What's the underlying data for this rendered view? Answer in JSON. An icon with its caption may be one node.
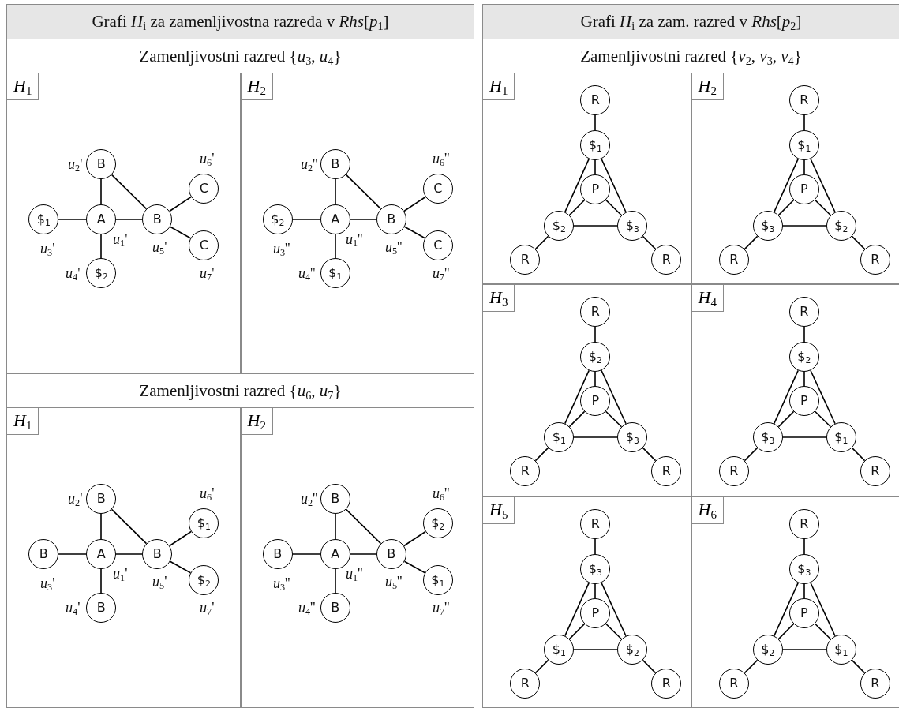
{
  "diagram": {
    "nodes": [
      {
        "text": [
          "Grafi *H*$_{i}$ za zamenljivostna razreda v *Rhs*[*p*$_{1}$]"
        ]
      },
      {
        "text": [
          "Zamenljivostni razred {*u*$_{3}$, *u*$_{4}$}"
        ],
        "in": 0
      },
      {
        "text": [
          "*H*$_{1}$"
        ],
        "in": 1
      },
      {
        "text": [
          "B"
        ],
        "in": 2,
        "beside": [
          "*u*$_{2}$'"
        ]
      },
      {
        "text": [
          "C"
        ],
        "in": 2,
        "beside": [
          "*u*$_{6}$'"
        ]
      },
      {
        "text": [
          "$$_{1}$"
        ],
        "in": 2,
        "beside": [
          "*u*$_{3}$'"
        ]
      },
      {
        "text": [
          "A"
        ],
        "in": 2,
        "beside": [
          "*u*$_{1}$'"
        ]
      },
      {
        "text": [
          "B"
        ],
        "in": 2,
        "beside": [
          "*u*$_{5}$'"
        ]
      },
      {
        "text": [
          "C"
        ],
        "in": 2,
        "beside": [
          "*u*$_{7}$'"
        ]
      },
      {
        "text": [
          "$$_{2}$"
        ],
        "in": 2,
        "beside": [
          "*u*$_{4}$'"
        ]
      },
      {
        "text": [
          "*H*$_{2}$"
        ],
        "in": 1
      },
      {
        "text": [
          "B"
        ],
        "in": 10,
        "beside": [
          "*u*$_{2}$''"
        ]
      },
      {
        "text": [
          "C"
        ],
        "in": 10,
        "beside": [
          "*u*$_{6}$''"
        ]
      },
      {
        "text": [
          "$$_{2}$"
        ],
        "in": 10,
        "beside": [
          "*u*$_{3}$''"
        ]
      },
      {
        "text": [
          "A"
        ],
        "in": 10,
        "beside": [
          "*u*$_{1}$''"
        ]
      },
      {
        "text": [
          "B"
        ],
        "in": 10,
        "beside": [
          "*u*$_{5}$''"
        ]
      },
      {
        "text": [
          "C"
        ],
        "in": 10,
        "beside": [
          "*u*$_{7}$''"
        ]
      },
      {
        "text": [
          "$$_{1}$"
        ],
        "in": 10,
        "beside": [
          "*u*$_{4}$''"
        ]
      },
      {
        "text": [
          "Zamenljivostni razred {*u*$_{6}$, *u*$_{7}$}"
        ],
        "in": 0
      },
      {
        "text": [
          "*H*$_{1}$"
        ],
        "in": 18
      },
      {
        "text": [
          "B"
        ],
        "in": 19,
        "beside": [
          "*u*$_{2}$'"
        ]
      },
      {
        "text": [
          "$$_{1}$"
        ],
        "in": 19,
        "beside": [
          "*u*$_{6}$'"
        ]
      },
      {
        "text": [
          "B"
        ],
        "in": 19,
        "beside": [
          "*u*$_{3}$'"
        ]
      },
      {
        "text": [
          "A"
        ],
        "in": 19,
        "beside": [
          "*u*$_{1}$'"
        ]
      },
      {
        "text": [
          "B"
        ],
        "in": 19,
        "beside": [
          "*u*$_{5}$'"
        ]
      },
      {
        "text": [
          "$$_{2}$"
        ],
        "in": 19,
        "beside": [
          "*u*$_{7}$'"
        ]
      },
      {
        "text": [
          "B"
        ],
        "in": 19,
        "beside": [
          "*u*$_{4}$'"
        ]
      },
      {
        "text": [
          "*H*$_{2}$"
        ],
        "in": 18
      },
      {
        "text": [
          "B"
        ],
        "in": 27,
        "beside": [
          "*u*$_{2}$''"
        ]
      },
      {
        "text": [
          "$$_{2}$"
        ],
        "in": 27,
        "beside": [
          "*u*$_{6}$''"
        ]
      },
      {
        "text": [
          "B"
        ],
        "in": 27,
        "beside": [
          "*u*$_{3}$''"
        ]
      },
      {
        "text": [
          "A"
        ],
        "in": 27,
        "beside": [
          "*u*$_{1}$''"
        ]
      },
      {
        "text": [
          "B"
        ],
        "in": 27,
        "beside": [
          "*u*$_{5}$''"
        ]
      },
      {
        "text": [
          "$$_{1}$"
        ],
        "in": 27,
        "beside": [
          "*u*$_{7}$''"
        ]
      },
      {
        "text": [
          "B"
        ],
        "in": 27,
        "beside": [
          "*u*$_{4}$''"
        ]
      },
      {
        "text": [
          "Grafi *H*$_{i}$ za zam. razred v *Rhs*[*p*$_{2}$]"
        ]
      },
      {
        "text": [
          "Zamenljivostni razred {*v*$_{2}$, *v*$_{3}$, *v*$_{4}$}"
        ],
        "in": 35
      },
      {
        "text": [
          "*H*$_{1}$"
        ],
        "in": 36
      },
      {
        "text": [
          "R"
        ],
        "in": 37
      },
      {
        "text": [
          "$$_{1}$"
        ],
        "in": 37
      },
      {
        "text": [
          "P"
        ],
        "in": 37
      },
      {
        "text": [
          "$$_{2}$"
        ],
        "in": 37
      },
      {
        "text": [
          "$$_{3}$"
        ],
        "in": 37
      },
      {
        "text": [
          "R"
        ],
        "in": 37
      },
      {
        "text": [
          "R"
        ],
        "in": 37
      },
      {
        "text": [
          "*H*$_{2}$"
        ],
        "in": 36
      },
      {
        "text": [
          "R"
        ],
        "in": 45
      },
      {
        "text": [
          "$$_{1}$"
        ],
        "in": 45
      },
      {
        "text": [
          "P"
        ],
        "in": 45
      },
      {
        "text": [
          "$$_{3}$"
        ],
        "in": 45
      },
      {
        "text": [
          "$$_{2}$"
        ],
        "in": 45
      },
      {
        "text": [
          "R"
        ],
        "in": 45
      },
      {
        "text": [
          "R"
        ],
        "in": 45
      },
      {
        "text": [
          "*H*$_{3}$"
        ],
        "in": 36
      },
      {
        "text": [
          "R"
        ],
        "in": 53
      },
      {
        "text": [
          "$$_{2}$"
        ],
        "in": 53
      },
      {
        "text": [
          "P"
        ],
        "in": 53
      },
      {
        "text": [
          "$$_{1}$"
        ],
        "in": 53
      },
      {
        "text": [
          "$$_{3}$"
        ],
        "in": 53
      },
      {
        "text": [
          "R"
        ],
        "in": 53
      },
      {
        "text": [
          "R"
        ],
        "in": 53
      },
      {
        "text": [
          "*H*$_{4}$"
        ],
        "in": 36
      },
      {
        "text": [
          "R"
        ],
        "in": 61
      },
      {
        "text": [
          "$$_{2}$"
        ],
        "in": 61
      },
      {
        "text": [
          "P"
        ],
        "in": 61
      },
      {
        "text": [
          "$$_{3}$"
        ],
        "in": 61
      },
      {
        "text": [
          "$$_{1}$"
        ],
        "in": 61
      },
      {
        "text": [
          "R"
        ],
        "in": 61
      },
      {
        "text": [
          "R"
        ],
        "in": 61
      },
      {
        "text": [
          "*H*$_{5}$"
        ],
        "in": 36
      },
      {
        "text": [
          "R"
        ],
        "in": 69
      },
      {
        "text": [
          "$$_{3}$"
        ],
        "in": 69
      },
      {
        "text": [
          "P"
        ],
        "in": 69
      },
      {
        "text": [
          "$$_{1}$"
        ],
        "in": 69
      },
      {
        "text": [
          "$$_{2}$"
        ],
        "in": 69
      },
      {
        "text": [
          "R"
        ],
        "in": 69
      },
      {
        "text": [
          "R"
        ],
        "in": 69
      },
      {
        "text": [
          "*H*$_{6}$"
        ],
        "in": 36
      },
      {
        "text": [
          "R"
        ],
        "in": 77
      },
      {
        "text": [
          "$$_{3}$"
        ],
        "in": 77
      },
      {
        "text": [
          "P"
        ],
        "in": 77
      },
      {
        "text": [
          "$$_{2}$"
        ],
        "in": 77
      },
      {
        "text": [
          "$$_{1}$"
        ],
        "in": 77
      },
      {
        "text": [
          "R"
        ],
        "in": 77
      },
      {
        "text": [
          "R"
        ],
        "in": 77
      }
    ],
    "edges": [
      {
        "from": 6,
        "to": 3,
        "arrow": "none"
      },
      {
        "from": 6,
        "to": 5,
        "arrow": "none"
      },
      {
        "from": 6,
        "to": 9,
        "arrow": "none"
      },
      {
        "from": 6,
        "to": 7,
        "arrow": "none"
      },
      {
        "from": 3,
        "to": 7,
        "arrow": "none"
      },
      {
        "from": 7,
        "to": 4,
        "arrow": "none"
      },
      {
        "from": 7,
        "to": 8,
        "arrow": "none"
      },
      {
        "from": 14,
        "to": 11,
        "arrow": "none"
      },
      {
        "from": 14,
        "to": 13,
        "arrow": "none"
      },
      {
        "from": 14,
        "to": 17,
        "arrow": "none"
      },
      {
        "from": 14,
        "to": 15,
        "arrow": "none"
      },
      {
        "from": 11,
        "to": 15,
        "arrow": "none"
      },
      {
        "from": 15,
        "to": 12,
        "arrow": "none"
      },
      {
        "from": 15,
        "to": 16,
        "arrow": "none"
      },
      {
        "from": 23,
        "to": 20,
        "arrow": "none"
      },
      {
        "from": 23,
        "to": 22,
        "arrow": "none"
      },
      {
        "from": 23,
        "to": 26,
        "arrow": "none"
      },
      {
        "from": 23,
        "to": 24,
        "arrow": "none"
      },
      {
        "from": 20,
        "to": 24,
        "arrow": "none"
      },
      {
        "from": 24,
        "to": 21,
        "arrow": "none"
      },
      {
        "from": 24,
        "to": 25,
        "arrow": "none"
      },
      {
        "from": 31,
        "to": 28,
        "arrow": "none"
      },
      {
        "from": 31,
        "to": 30,
        "arrow": "none"
      },
      {
        "from": 31,
        "to": 34,
        "arrow": "none"
      },
      {
        "from": 31,
        "to": 32,
        "arrow": "none"
      },
      {
        "from": 28,
        "to": 32,
        "arrow": "none"
      },
      {
        "from": 32,
        "to": 29,
        "arrow": "none"
      },
      {
        "from": 32,
        "to": 33,
        "arrow": "none"
      },
      {
        "from": 38,
        "to": 39,
        "arrow": "none"
      },
      {
        "from": 39,
        "to": 40,
        "arrow": "none"
      },
      {
        "from": 39,
        "to": 41,
        "arrow": "none"
      },
      {
        "from": 39,
        "to": 42,
        "arrow": "none"
      },
      {
        "from": 40,
        "to": 41,
        "arrow": "none"
      },
      {
        "from": 40,
        "to": 42,
        "arrow": "none"
      },
      {
        "from": 41,
        "to": 42,
        "arrow": "none"
      },
      {
        "from": 41,
        "to": 43,
        "arrow": "none"
      },
      {
        "from": 42,
        "to": 44,
        "arrow": "none"
      },
      {
        "from": 46,
        "to": 47,
        "arrow": "none"
      },
      {
        "from": 47,
        "to": 48,
        "arrow": "none"
      },
      {
        "from": 47,
        "to": 49,
        "arrow": "none"
      },
      {
        "from": 47,
        "to": 50,
        "arrow": "none"
      },
      {
        "from": 48,
        "to": 49,
        "arrow": "none"
      },
      {
        "from": 48,
        "to": 50,
        "arrow": "none"
      },
      {
        "from": 49,
        "to": 50,
        "arrow": "none"
      },
      {
        "from": 49,
        "to": 51,
        "arrow": "none"
      },
      {
        "from": 50,
        "to": 52,
        "arrow": "none"
      },
      {
        "from": 54,
        "to": 55,
        "arrow": "none"
      },
      {
        "from": 55,
        "to": 56,
        "arrow": "none"
      },
      {
        "from": 55,
        "to": 57,
        "arrow": "none"
      },
      {
        "from": 55,
        "to": 58,
        "arrow": "none"
      },
      {
        "from": 56,
        "to": 57,
        "arrow": "none"
      },
      {
        "from": 56,
        "to": 58,
        "arrow": "none"
      },
      {
        "from": 57,
        "to": 58,
        "arrow": "none"
      },
      {
        "from": 57,
        "to": 59,
        "arrow": "none"
      },
      {
        "from": 58,
        "to": 60,
        "arrow": "none"
      },
      {
        "from": 62,
        "to": 63,
        "arrow": "none"
      },
      {
        "from": 63,
        "to": 64,
        "arrow": "none"
      },
      {
        "from": 63,
        "to": 65,
        "arrow": "none"
      },
      {
        "from": 63,
        "to": 66,
        "arrow": "none"
      },
      {
        "from": 64,
        "to": 65,
        "arrow": "none"
      },
      {
        "from": 64,
        "to": 66,
        "arrow": "none"
      },
      {
        "from": 65,
        "to": 66,
        "arrow": "none"
      },
      {
        "from": 65,
        "to": 67,
        "arrow": "none"
      },
      {
        "from": 66,
        "to": 68,
        "arrow": "none"
      },
      {
        "from": 70,
        "to": 71,
        "arrow": "none"
      },
      {
        "from": 71,
        "to": 72,
        "arrow": "none"
      },
      {
        "from": 71,
        "to": 73,
        "arrow": "none"
      },
      {
        "from": 71,
        "to": 74,
        "arrow": "none"
      },
      {
        "from": 72,
        "to": 73,
        "arrow": "none"
      },
      {
        "from": 72,
        "to": 74,
        "arrow": "none"
      },
      {
        "from": 73,
        "to": 74,
        "arrow": "none"
      },
      {
        "from": 73,
        "to": 75,
        "arrow": "none"
      },
      {
        "from": 74,
        "to": 76,
        "arrow": "none"
      },
      {
        "from": 78,
        "to": 79,
        "arrow": "none"
      },
      {
        "from": 79,
        "to": 80,
        "arrow": "none"
      },
      {
        "from": 79,
        "to": 81,
        "arrow": "none"
      },
      {
        "from": 79,
        "to": 82,
        "arrow": "none"
      },
      {
        "from": 80,
        "to": 81,
        "arrow": "none"
      },
      {
        "from": 80,
        "to": 82,
        "arrow": "none"
      },
      {
        "from": 81,
        "to": 82,
        "arrow": "none"
      },
      {
        "from": 81,
        "to": 83,
        "arrow": "none"
      },
      {
        "from": 82,
        "to": 84,
        "arrow": "none"
      }
    ]
  }
}
